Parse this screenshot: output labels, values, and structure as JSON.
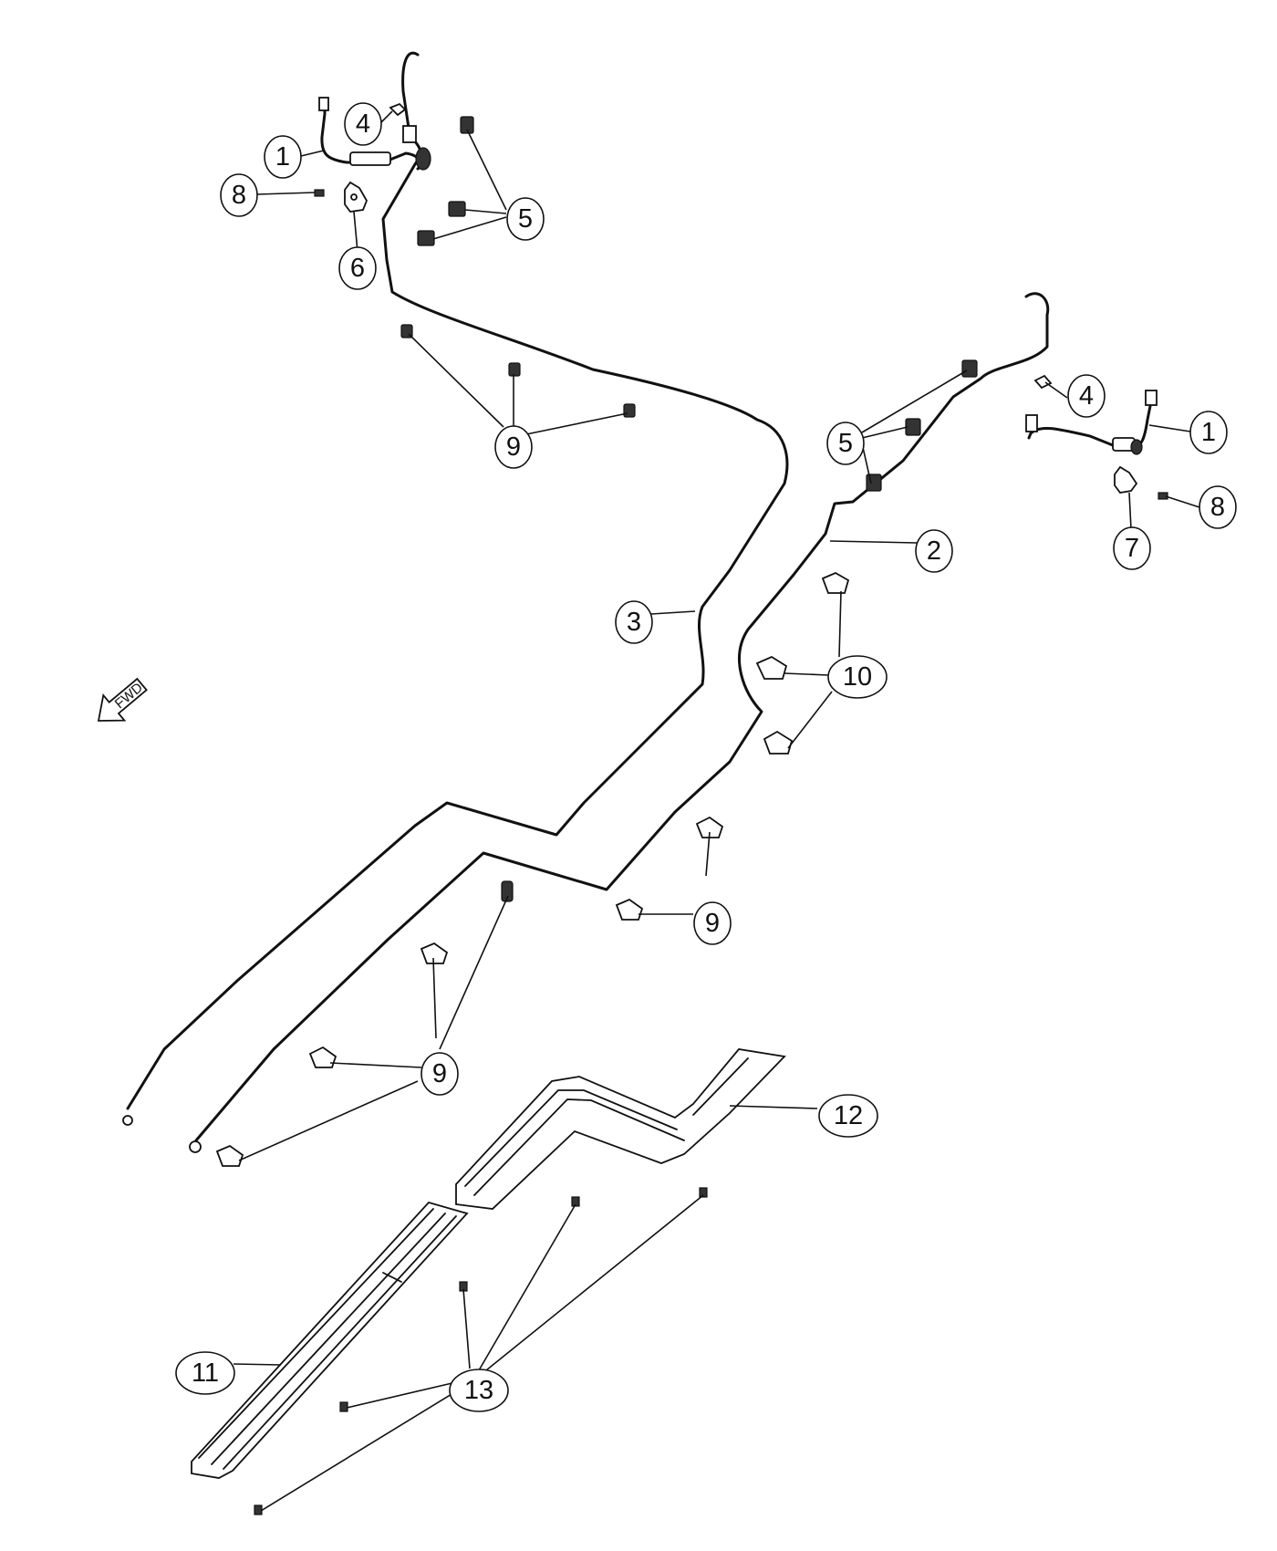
{
  "callouts": {
    "c1a": "1",
    "c1b": "1",
    "c2": "2",
    "c3": "3",
    "c4a": "4",
    "c4b": "4",
    "c5a": "5",
    "c5b": "5",
    "c6": "6",
    "c7": "7",
    "c8a": "8",
    "c8b": "8",
    "c9a": "9",
    "c9b": "9",
    "c9c": "9",
    "c10": "10",
    "c11": "11",
    "c12": "12",
    "c13": "13"
  },
  "direction_label": "FWD"
}
